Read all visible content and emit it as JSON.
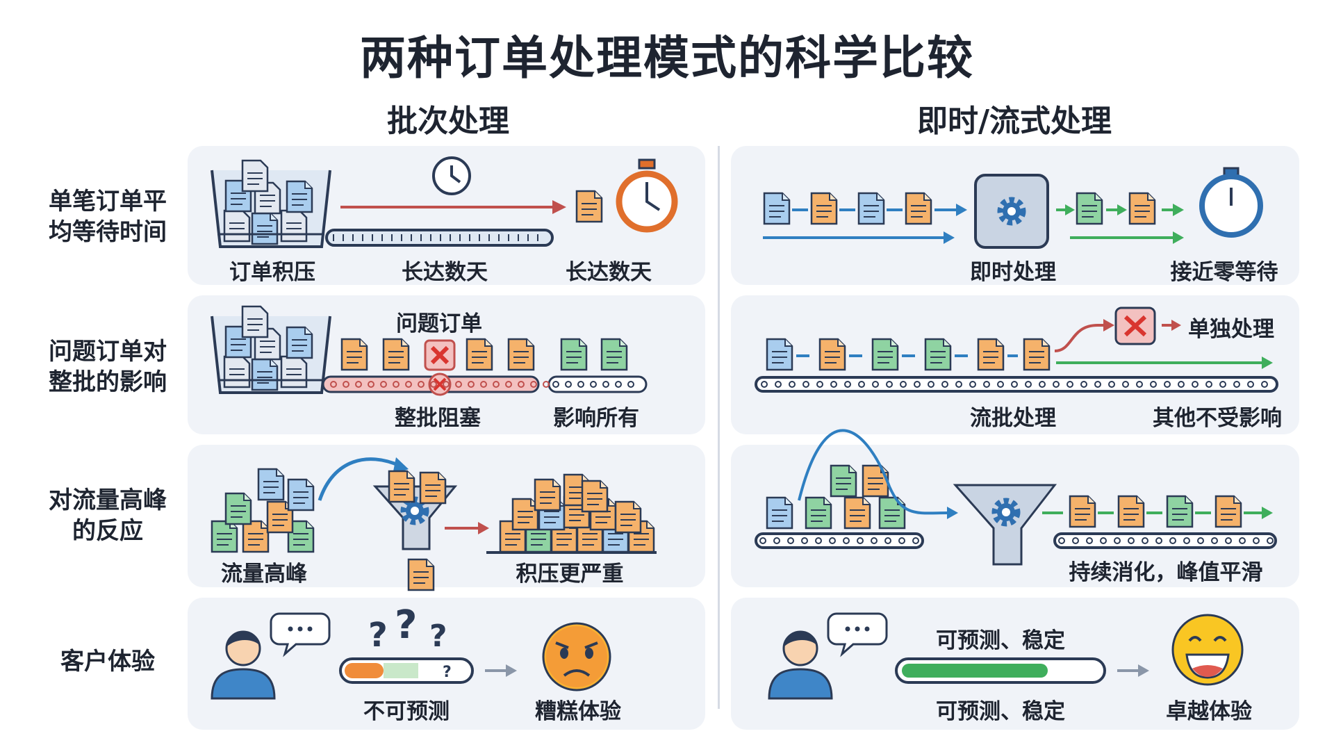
{
  "title": "两种订单处理模式的科学比较",
  "columns": {
    "batch": "批次处理",
    "stream": "即时/流式处理"
  },
  "rows": {
    "wait": "单笔订单平均等待时间",
    "problem": "问题订单对整批的影响",
    "peak": "对流量高峰的反应",
    "experience": "客户体验"
  },
  "batch": {
    "wait": {
      "backlog": "订单积压",
      "duration": "长达数天",
      "result": "长达数天"
    },
    "problem": {
      "problem_order": "问题订单",
      "blocked": "整批阻塞",
      "affect_all": "影响所有"
    },
    "peak": {
      "traffic_peak": "流量高峰",
      "worse_backlog": "积压更严重"
    },
    "experience": {
      "unpredictable": "不可预测",
      "bad": "糟糕体验"
    }
  },
  "stream": {
    "wait": {
      "instant": "即时处理",
      "near_zero": "接近零等待"
    },
    "problem": {
      "separate": "单独处理",
      "flow": "流批处理",
      "others_ok": "其他不受影响"
    },
    "peak": {
      "smooth": "持续消化，峰值平滑"
    },
    "experience": {
      "predictable_top": "可预测、稳定",
      "predictable_bottom": "可预测、稳定",
      "excellent": "卓越体验"
    }
  },
  "colors": {
    "blue": "#2f7fc1",
    "orange": "#f2a25c",
    "green": "#4caf6e",
    "red": "#d9534f",
    "navy": "#2b3a55",
    "panel": "#f0f3f8"
  }
}
